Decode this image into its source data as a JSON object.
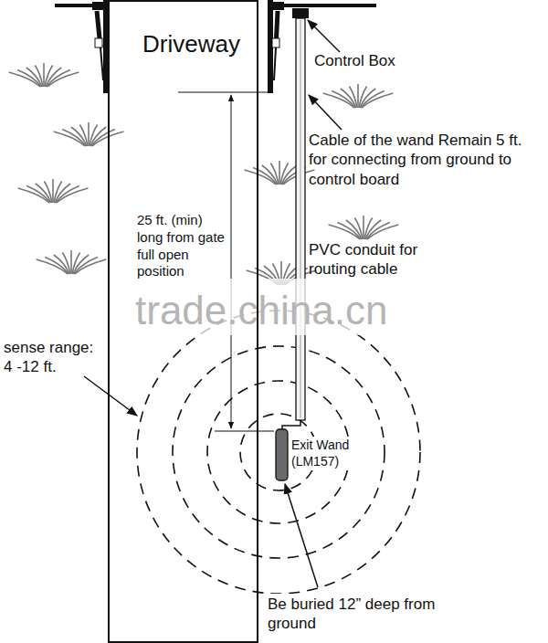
{
  "diagram": {
    "nodes": [
      {
        "text": [
          "Driveway"
        ]
      }
    ],
    "labels": [
      "Control Box",
      "Cable of the wand Remain 5 ft. for connecting from ground to control board",
      "25 ft. (min) long from gate full open position",
      "PVC conduit for routing cable",
      "trade.china.cn",
      "sense range: 4 -12 ft.",
      "Exit Wand (LM157)",
      "Be buried 12” deep from ground"
    ]
  }
}
